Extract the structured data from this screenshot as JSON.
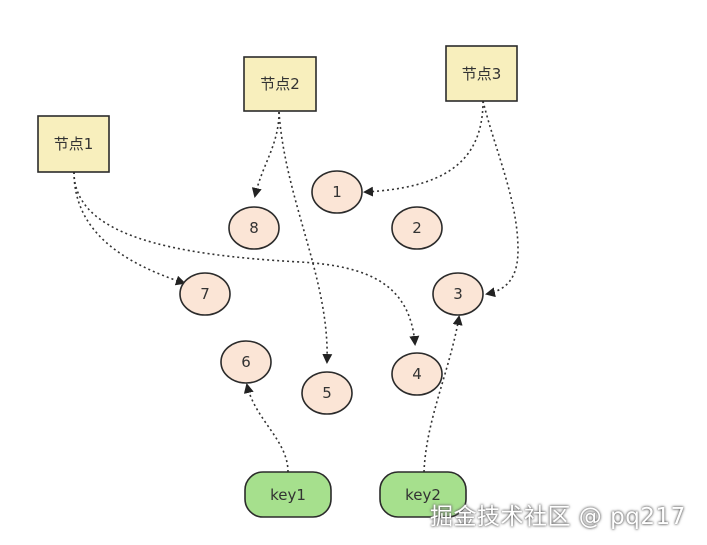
{
  "nodes": [
    {
      "id": "node1",
      "label": "节点1"
    },
    {
      "id": "node2",
      "label": "节点2"
    },
    {
      "id": "node3",
      "label": "节点3"
    }
  ],
  "slots": [
    {
      "id": "s1",
      "label": "1"
    },
    {
      "id": "s2",
      "label": "2"
    },
    {
      "id": "s3",
      "label": "3"
    },
    {
      "id": "s4",
      "label": "4"
    },
    {
      "id": "s5",
      "label": "5"
    },
    {
      "id": "s6",
      "label": "6"
    },
    {
      "id": "s7",
      "label": "7"
    },
    {
      "id": "s8",
      "label": "8"
    }
  ],
  "keys": [
    {
      "id": "key1",
      "label": "key1"
    },
    {
      "id": "key2",
      "label": "key2"
    }
  ],
  "edges": [
    {
      "from": "node1",
      "to": "s7"
    },
    {
      "from": "node1",
      "to": "s4"
    },
    {
      "from": "node2",
      "to": "s8"
    },
    {
      "from": "node2",
      "to": "s5"
    },
    {
      "from": "node3",
      "to": "s1"
    },
    {
      "from": "node3",
      "to": "s3"
    },
    {
      "from": "key1",
      "to": "s6"
    },
    {
      "from": "key2",
      "to": "s3"
    }
  ],
  "watermark": "掘金技术社区 @ pq217"
}
